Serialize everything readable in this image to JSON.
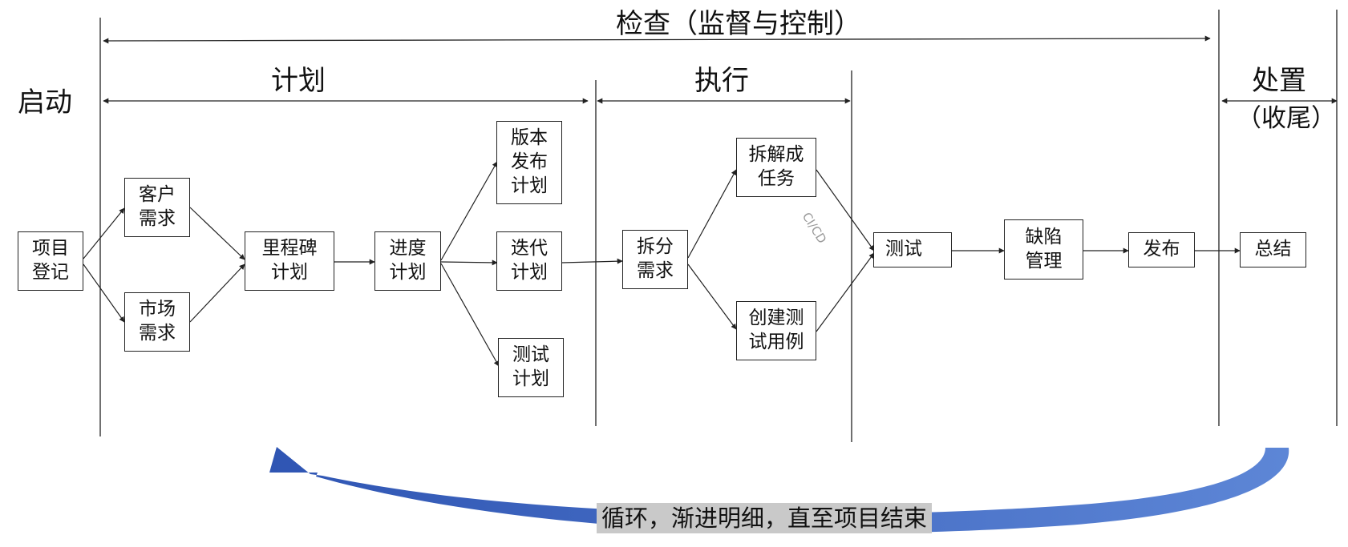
{
  "phases": {
    "initiate": "启动",
    "monitor": "检查（监督与控制）",
    "plan": "计划",
    "execute": "执行",
    "dispose": "处置",
    "dispose_sub": "（收尾）"
  },
  "nodes": {
    "project_register": [
      "项目",
      "登记"
    ],
    "customer_req": [
      "客户",
      "需求"
    ],
    "market_req": [
      "市场",
      "需求"
    ],
    "milestone_plan": [
      "里程碑",
      "计划"
    ],
    "schedule_plan": [
      "进度",
      "计划"
    ],
    "release_plan": [
      "版本",
      "发布",
      "计划"
    ],
    "iteration_plan": [
      "迭代",
      "计划"
    ],
    "test_plan": [
      "测试",
      "计划"
    ],
    "split_req": [
      "拆分",
      "需求"
    ],
    "split_tasks": [
      "拆解成",
      "任务"
    ],
    "create_tests": [
      "创建测",
      "试用例"
    ],
    "testing": [
      "测试"
    ],
    "defect_mgmt": [
      "缺陷",
      "管理"
    ],
    "release": [
      "发布"
    ],
    "summary": [
      "总结"
    ]
  },
  "edge_labels": {
    "cicd": "CI/CD"
  },
  "loop": {
    "label": "循环，渐进明细，直至项目结束",
    "color_start": "#2f55b3",
    "color_end": "#5d86d6"
  },
  "colors": {
    "line": "#222222",
    "box_border": "#222222",
    "label_bg": "#c9c9c9"
  }
}
